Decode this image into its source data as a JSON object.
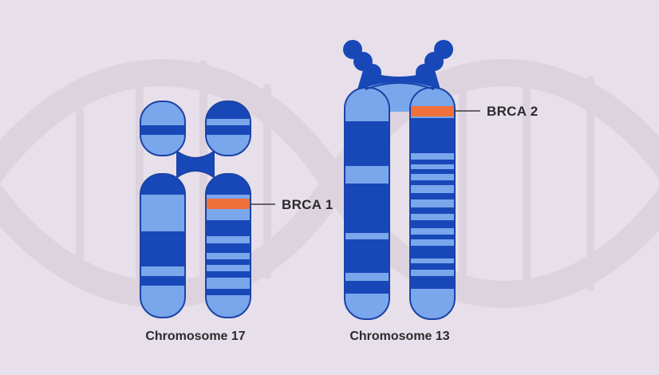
{
  "colors": {
    "background": "#e7dfe9",
    "dna_watermark": "#ddd2df",
    "chromosome_dark": "#1848b8",
    "chromosome_light": "#7aa6ec",
    "chromosome_outline": "#1a43a6",
    "gene_marker": "#f0703c",
    "label_text": "#2b2b2b"
  },
  "icons": {
    "background_watermark": "dna-double-helix"
  },
  "diagram": {
    "chromosomes": [
      {
        "label": "Chromosome 17",
        "gene": {
          "label": "BRCA 1"
        }
      },
      {
        "label": "Chromosome 13",
        "gene": {
          "label": "BRCA 2"
        }
      }
    ]
  }
}
